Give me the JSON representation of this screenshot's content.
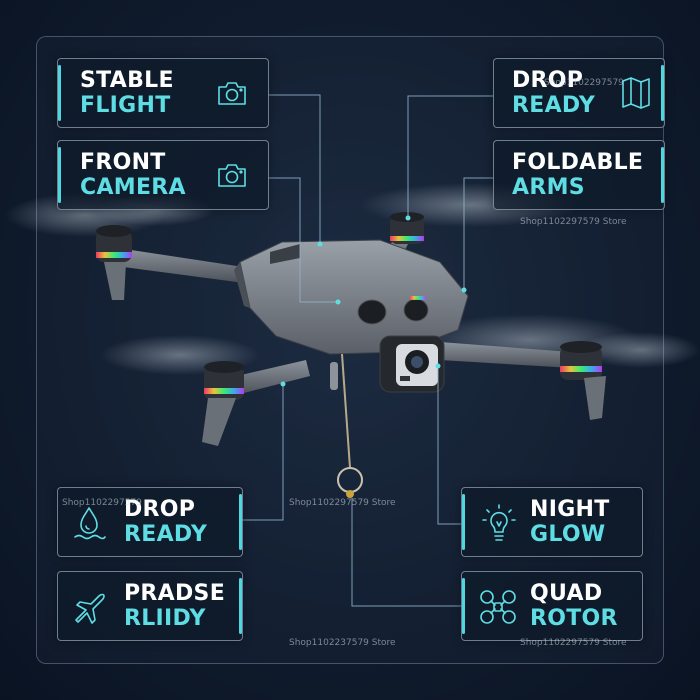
{
  "cards": {
    "stable_flight": {
      "line1": "STABLE",
      "line2": "FLIGHT",
      "icon": "camera-icon"
    },
    "front_camera": {
      "line1": "FRONT",
      "line2": "CAMERA",
      "icon": "camera-icon"
    },
    "drop_ready_top": {
      "line1": "DROP",
      "line2": "READY",
      "icon": "folded-map-icon"
    },
    "foldable_arms": {
      "line1": "FOLDABLE",
      "line2": "ARMS"
    },
    "drop_ready_bottom": {
      "line1": "DROP",
      "line2": "READY",
      "icon": "water-drop-icon"
    },
    "pradse_rliidy": {
      "line1": "PRADSE",
      "line2": "RLIIDY",
      "icon": "airplane-icon"
    },
    "night_glow": {
      "line1": "NIGHT",
      "line2": "GLOW",
      "icon": "light-bulb-icon"
    },
    "quad_rotor": {
      "line1": "QUAD",
      "line2": "ROTOR",
      "icon": "quadcopter-icon"
    }
  },
  "watermarks": {
    "top": "Shop1102297579",
    "right": "Shop1102297579 Store",
    "left_mid": "Shop1102297579",
    "center_mid": "Shop1102297579 Store",
    "bottom_center": "Shop1102237579 Store",
    "bottom_right": "Shop1102297579 Store"
  },
  "colors": {
    "accent": "#5fdde4",
    "heading": "#ffffff",
    "background": "#101c2e",
    "leader_line": "#8fb4cf"
  }
}
